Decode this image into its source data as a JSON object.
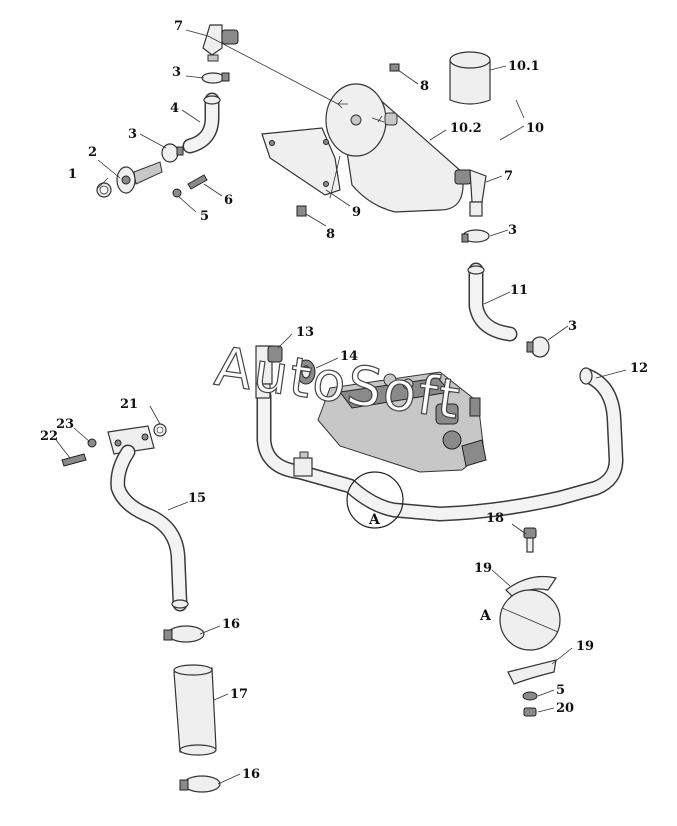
{
  "watermark": "AutoSoft",
  "view_label": "A",
  "callouts": {
    "c1": "1",
    "c2": "2",
    "c3a": "3",
    "c3b": "3",
    "c3c": "3",
    "c3d": "3",
    "c4": "4",
    "c5a": "5",
    "c5b": "5",
    "c6": "6",
    "c7a": "7",
    "c7b": "7",
    "c8a": "8",
    "c8b": "8",
    "c9": "9",
    "c10": "10",
    "c101": "10.1",
    "c102": "10.2",
    "c11": "11",
    "c12": "12",
    "c13": "13",
    "c14": "14",
    "c15": "15",
    "c16a": "16",
    "c16b": "16",
    "c17": "17",
    "c18": "18",
    "c19a": "19",
    "c19b": "19",
    "c20": "20",
    "c21": "21",
    "c22": "22",
    "c23": "23"
  }
}
